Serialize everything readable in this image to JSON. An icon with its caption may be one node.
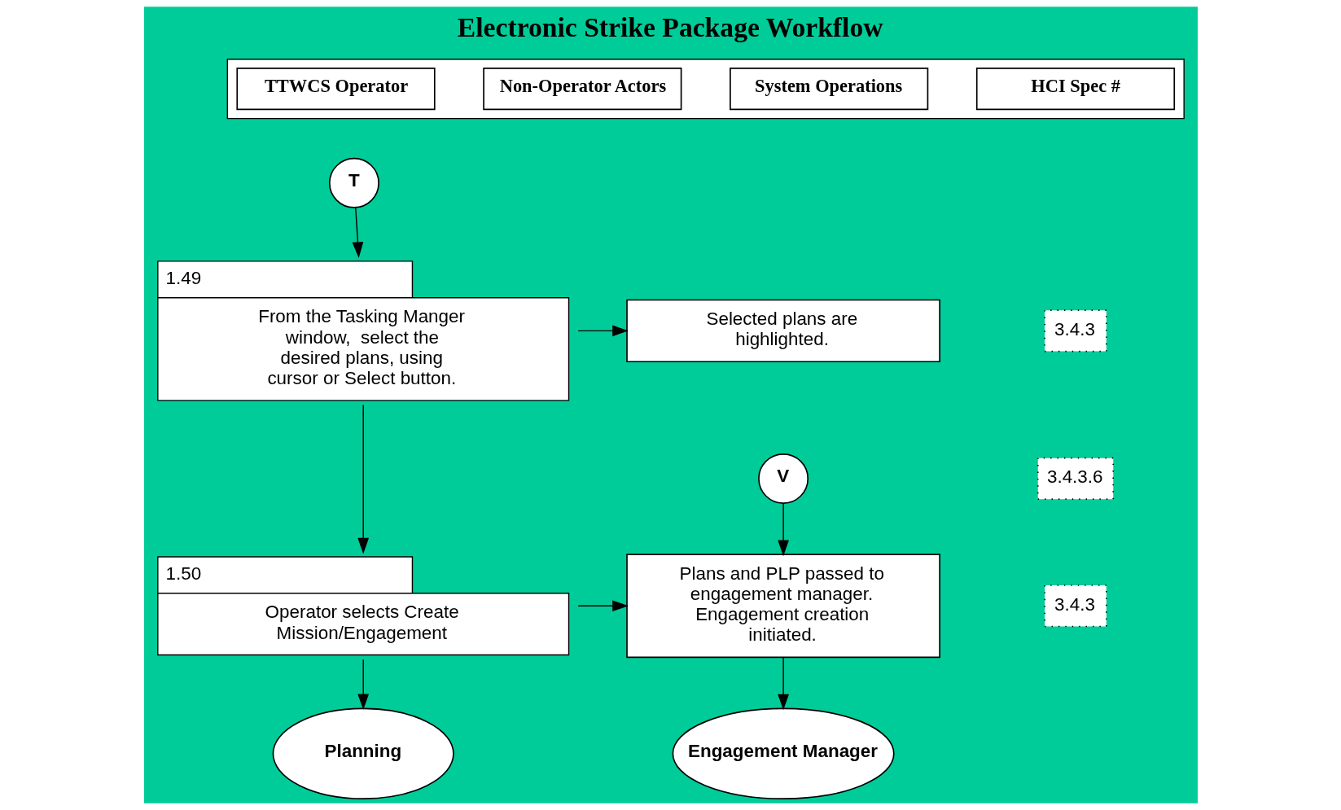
{
  "diagram": {
    "title": "Electronic Strike Package Workflow",
    "nodes": [
      {
        "text": [],
        "shape": "bar"
      },
      {
        "text": [
          "TTWCS Operator"
        ],
        "in": 0
      },
      {
        "text": [
          "Non-Operator Actors"
        ],
        "in": 0
      },
      {
        "text": [
          "System Operations"
        ],
        "in": 0
      },
      {
        "text": [
          "HCI Spec #"
        ],
        "in": 0
      },
      {
        "text": [
          "T"
        ]
      },
      {
        "text": [
          "From the Tasking Manger window,  select the desired plans, using cursor or Select button."
        ],
        "beside": [
          "1.49"
        ]
      },
      {
        "text": [
          "Selected plans are highlighted."
        ]
      },
      {
        "text": [
          "3.4.3"
        ]
      },
      {
        "text": [
          "3.4.3.6"
        ]
      },
      {
        "text": [
          "V"
        ]
      },
      {
        "text": [
          "Operator selects Create Mission/Engagement"
        ],
        "beside": [
          "1.50"
        ]
      },
      {
        "text": [
          "Plans and PLP passed to engagement manager. Engagement creation initiated."
        ]
      },
      {
        "text": [
          "3.4.3"
        ]
      },
      {
        "text": [
          "Planning"
        ]
      },
      {
        "text": [
          "Engagement Manager"
        ]
      }
    ],
    "edges": [
      {
        "from": 5,
        "to": 6,
        "arrow": "to"
      },
      {
        "from": 6,
        "to": 7,
        "arrow": "to"
      },
      {
        "from": 6,
        "to": 11,
        "arrow": "to"
      },
      {
        "from": 10,
        "to": 12,
        "arrow": "to"
      },
      {
        "from": 11,
        "to": 12,
        "arrow": "to"
      },
      {
        "from": 11,
        "to": 14,
        "arrow": "to"
      },
      {
        "from": 12,
        "to": 15,
        "arrow": "to"
      }
    ]
  }
}
